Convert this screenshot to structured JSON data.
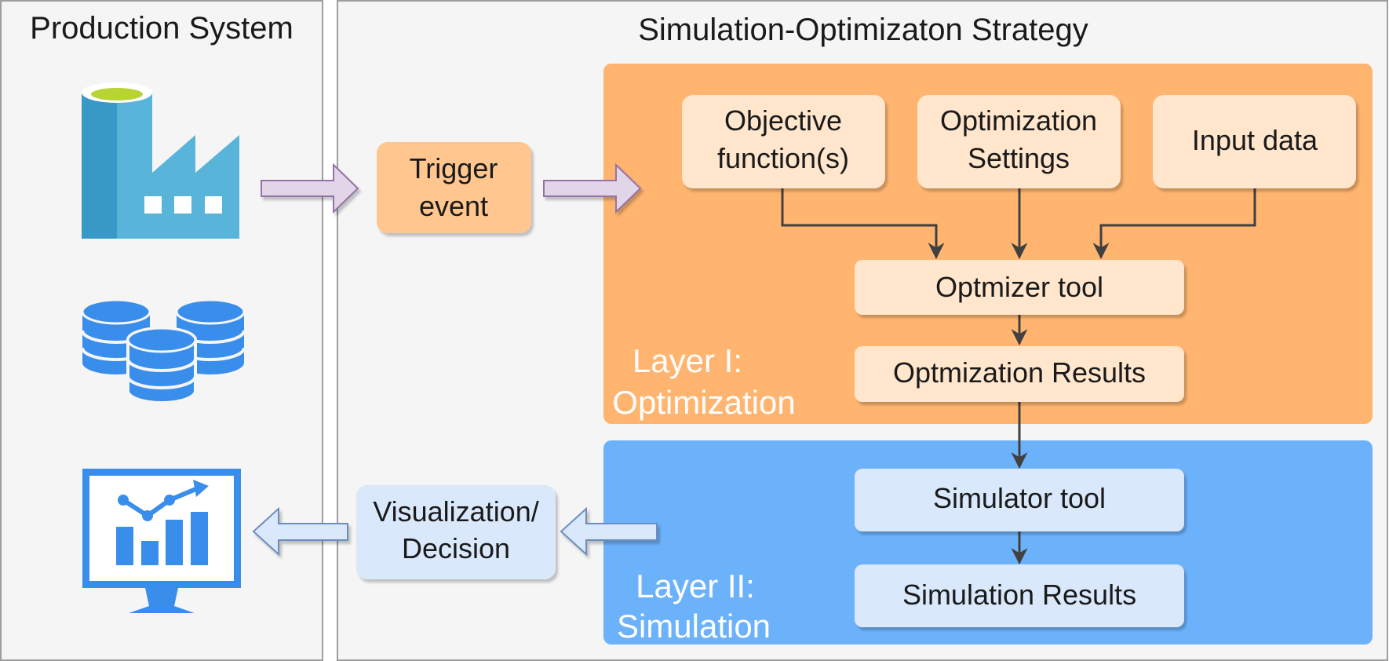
{
  "colors": {
    "panel_fill": "#f5f5f5",
    "panel_border": "#9e9e9e",
    "optimization_layer": "#ffb570",
    "simulation_layer": "#6cb2fb",
    "orange_box": "#ffe6cc",
    "trigger_box": "#ffc68f",
    "blue_box": "#dae8fc",
    "purple_arrow": "#e1d5e7",
    "icon_blue": "#3a8eeb",
    "factory_light": "#59b4d9",
    "factory_dark": "#3999c6",
    "factory_top": "#b8d432"
  },
  "production_system": {
    "title": "Production System",
    "icons": [
      "factory-icon",
      "database-icon",
      "monitor-chart-icon"
    ]
  },
  "strategy": {
    "title": "Simulation-Optimizaton Strategy",
    "trigger": {
      "line1": "Trigger",
      "line2": "event"
    },
    "visualization": {
      "line1": "Visualization/",
      "line2": "Decision"
    },
    "optimization_layer": {
      "label_line1": "Layer I:",
      "label_line2": "Optimization",
      "objective": {
        "line1": "Objective",
        "line2": "function(s)"
      },
      "settings": {
        "line1": "Optimization",
        "line2": "Settings"
      },
      "input": "Input data",
      "optimizer": "Optmizer tool",
      "results": "Optmization Results"
    },
    "simulation_layer": {
      "label_line1": "Layer II:",
      "label_line2": "Simulation",
      "simulator": "Simulator tool",
      "results": "Simulation Results"
    }
  }
}
